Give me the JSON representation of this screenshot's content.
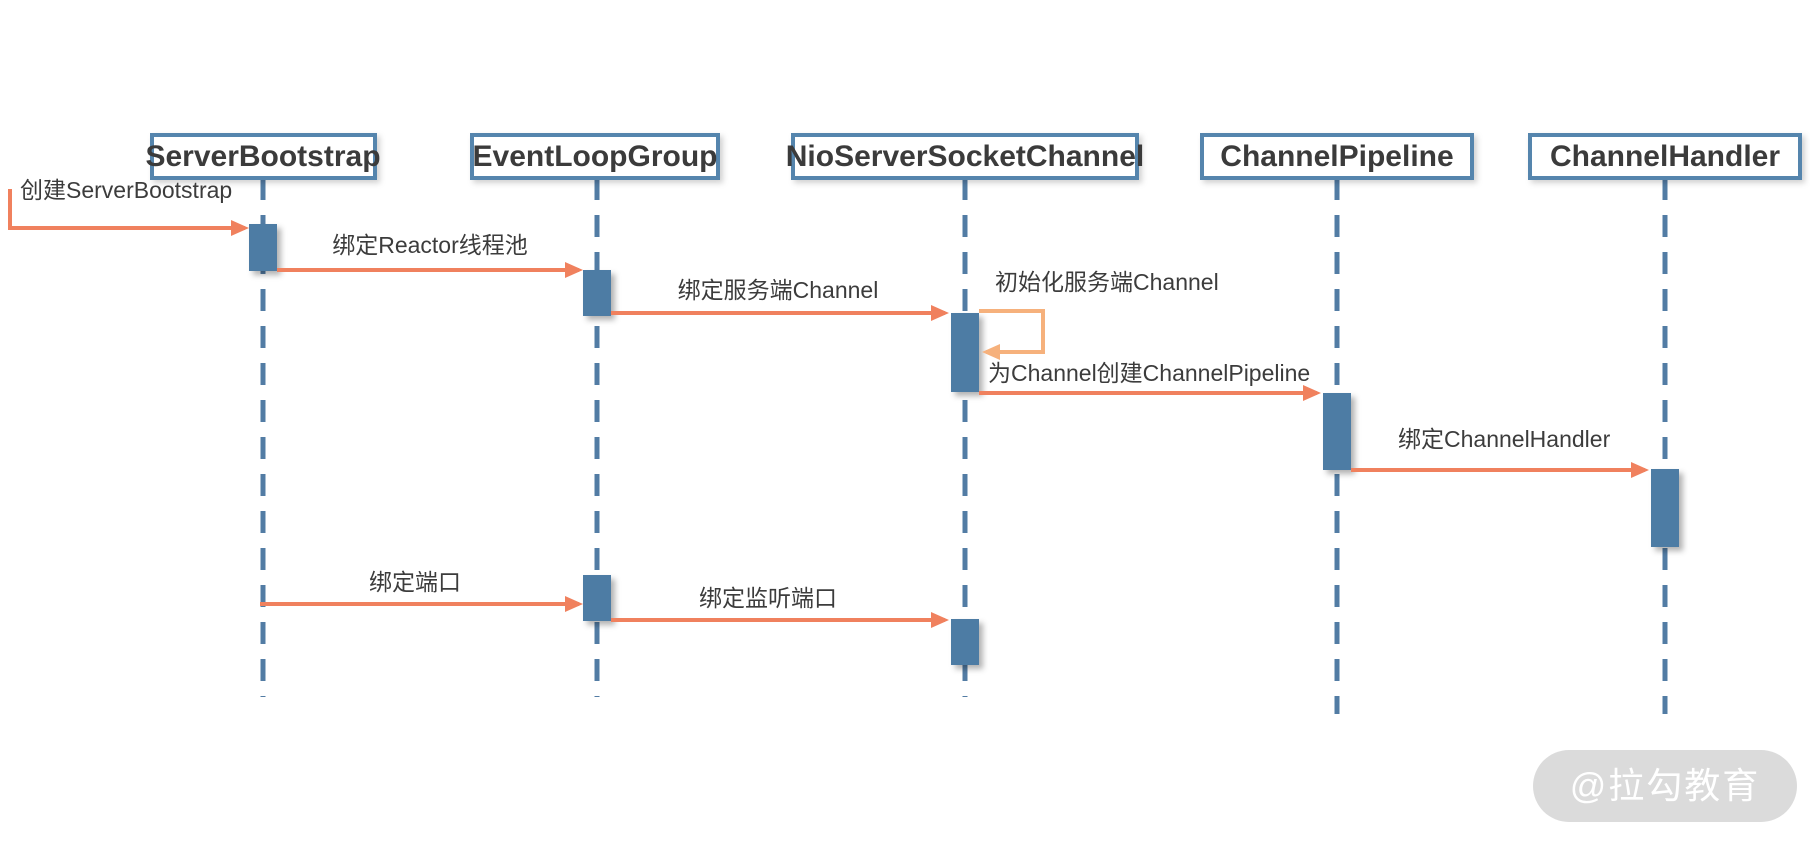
{
  "diagram": {
    "type": "uml-sequence",
    "participants": [
      {
        "name": "ServerBootstrap"
      },
      {
        "name": "EventLoopGroup"
      },
      {
        "name": "NioServerSocketChannel"
      },
      {
        "name": "ChannelPipeline"
      },
      {
        "name": "ChannelHandler"
      }
    ],
    "messages": [
      {
        "label": "创建ServerBootstrap",
        "from": "start",
        "to": "ServerBootstrap"
      },
      {
        "label": "绑定Reactor线程池",
        "from": "ServerBootstrap",
        "to": "EventLoopGroup"
      },
      {
        "label": "绑定服务端Channel",
        "from": "EventLoopGroup",
        "to": "NioServerSocketChannel"
      },
      {
        "label": "初始化服务端Channel",
        "from": "NioServerSocketChannel",
        "to": "NioServerSocketChannel",
        "self_message": true
      },
      {
        "label": "为Channel创建ChannelPipeline",
        "from": "NioServerSocketChannel",
        "to": "ChannelPipeline"
      },
      {
        "label": "绑定ChannelHandler",
        "from": "ChannelPipeline",
        "to": "ChannelHandler"
      },
      {
        "label": "绑定端口",
        "from": "ServerBootstrap",
        "to": "EventLoopGroup"
      },
      {
        "label": "绑定监听端口",
        "from": "EventLoopGroup",
        "to": "NioServerSocketChannel"
      }
    ],
    "watermark": "@拉勾教育",
    "colors": {
      "participant_border": "#5585AD",
      "lifeline": "#527CA4",
      "activation_fill": "#4E7BA4",
      "message_arrow": "#F0815E",
      "self_loop_arrow": "#F6B17C",
      "text": "#3C3C3C",
      "watermark_bg": "#DBDBDB",
      "watermark_text": "#FFFFFF"
    }
  }
}
